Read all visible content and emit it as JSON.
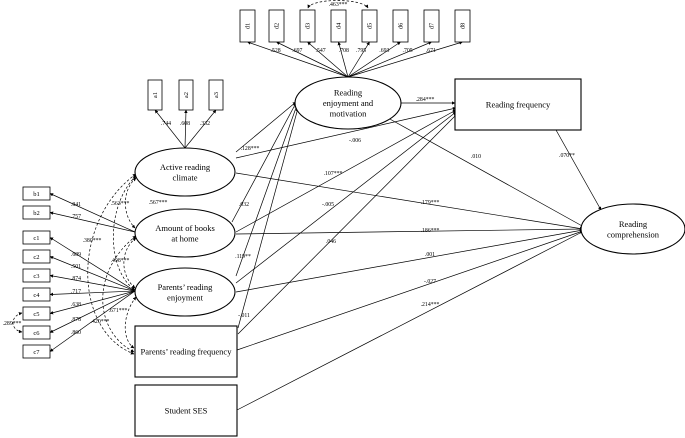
{
  "diagram": {
    "latent": {
      "rem": {
        "lines": [
          "Reading",
          "enjoyment and",
          "motivation"
        ]
      },
      "arc": {
        "lines": [
          "Active reading",
          "climate"
        ]
      },
      "abh": {
        "lines": [
          "Amount of books",
          "at home"
        ]
      },
      "pre": {
        "lines": [
          "Parents’ reading",
          "enjoyment"
        ]
      },
      "rc": {
        "lines": [
          "Reading",
          "comprehension"
        ]
      }
    },
    "observed": {
      "rf": {
        "lines": [
          "Reading frequency"
        ]
      },
      "prf": {
        "lines": [
          "Parents’ reading frequency"
        ]
      },
      "ses": {
        "lines": [
          "Student SES"
        ]
      }
    },
    "indicators": {
      "d": [
        "d1",
        "d2",
        "d3",
        "d4",
        "d5",
        "d6",
        "d7",
        "d8"
      ],
      "a": [
        "a1",
        "a2",
        "a3"
      ],
      "b": [
        "b1",
        "b2"
      ],
      "c": [
        "c1",
        "c2",
        "c3",
        "c4",
        "c5",
        "c6",
        "c7"
      ]
    },
    "loadings": {
      "d": [
        ".528",
        ".697",
        ".547",
        ".708",
        ".795",
        ".693",
        ".705",
        ".671"
      ],
      "a": [
        ".744",
        ".608",
        ".332"
      ],
      "b": [
        ".841",
        ".757"
      ],
      "c": [
        ".689",
        ".501",
        ".874",
        ".717",
        ".638",
        ".878",
        ".860"
      ]
    },
    "residual_covariances": {
      "d3_d5": ".463***",
      "c5_c6": ".289***"
    },
    "paths": {
      "arc_rem": ".128***",
      "arc_rf": "-.006",
      "arc_rc": ".179***",
      "abh_rem": ".032",
      "abh_rf": ".107***",
      "abh_rc": ".186***",
      "pre_rem": ".119**",
      "pre_rf": "-.005",
      "pre_rc": ".001",
      "prf_rem": "-.011",
      "prf_rf": ".046",
      "prf_rc": "-.027",
      "ses_rc": ".214***",
      "rem_rf": ".284***",
      "rem_rc": ".010",
      "rf_rc": ".070**"
    },
    "covariances": {
      "arc_abh": ".563***",
      "abh_pre": ".498***",
      "arc_pre": ".380***",
      "pre_prf": ".671***",
      "abh_prf": ".567***",
      "arc_prf": ".420***"
    }
  }
}
